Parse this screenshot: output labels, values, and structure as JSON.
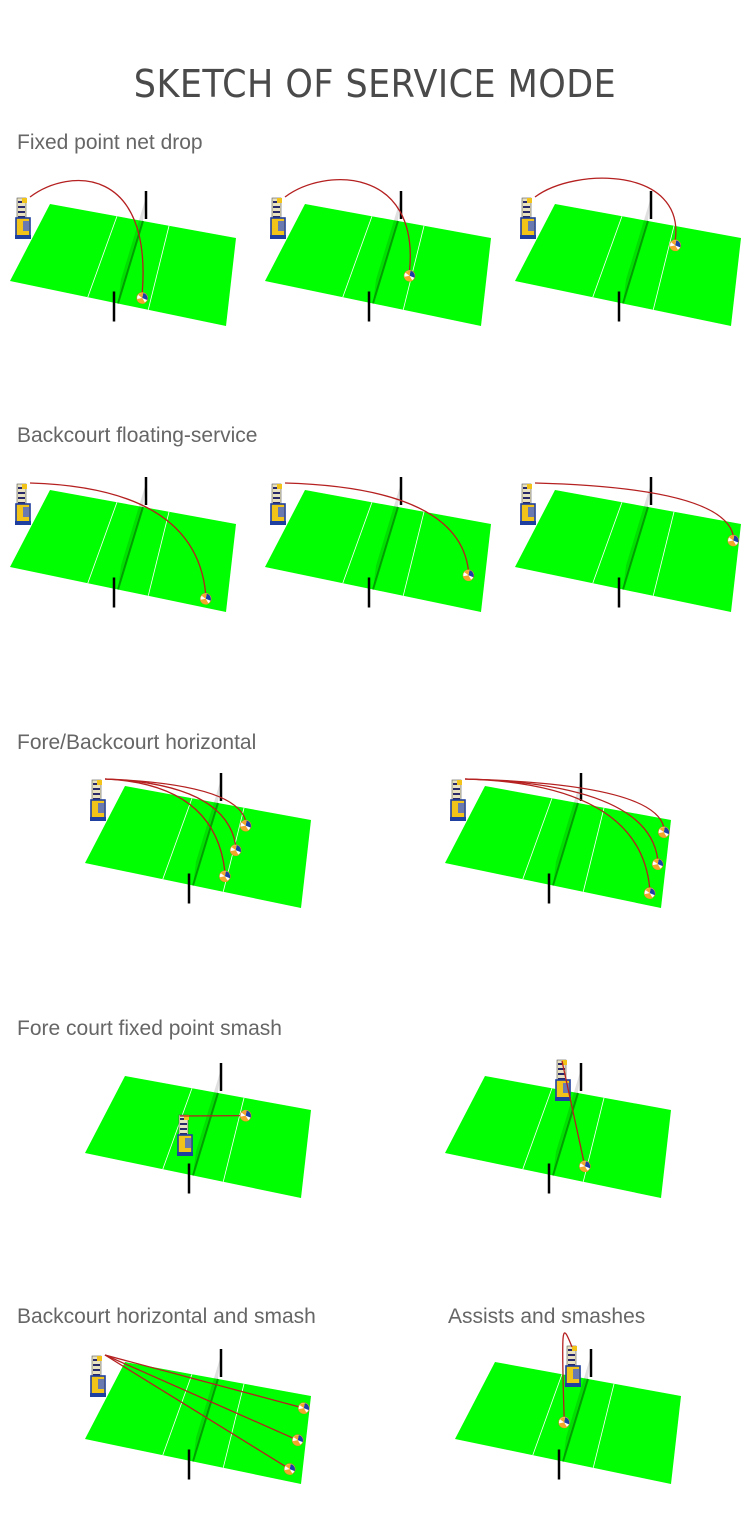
{
  "page": {
    "title": "SKETCH OF SERVICE MODE"
  },
  "colors": {
    "court": "#00ff00",
    "court_line": "#ffffff",
    "trajectory": "#b52020",
    "net_post": "#000000",
    "machine_blue": "#1f3fa0",
    "machine_yellow": "#f2c318",
    "ball_orange": "#f4a62a",
    "ball_blue": "#1b3fa6",
    "title_text": "#4a4a4a",
    "label_text": "#666666"
  },
  "sections": [
    {
      "id": "fixed-point-net-drop",
      "label": "Fixed point net drop",
      "panels": [
        {
          "machine": "back-left",
          "shots": [
            {
              "target": "near-frontcourt-far",
              "arc": "high"
            }
          ]
        },
        {
          "machine": "back-left",
          "shots": [
            {
              "target": "mid-frontcourt",
              "arc": "high"
            }
          ]
        },
        {
          "machine": "back-left",
          "shots": [
            {
              "target": "near-net-top",
              "arc": "high"
            }
          ]
        }
      ]
    },
    {
      "id": "backcourt-floating-service",
      "label": "Backcourt floating-service",
      "panels": [
        {
          "machine": "back-left",
          "shots": [
            {
              "target": "far-bottom",
              "arc": "flat"
            }
          ]
        },
        {
          "machine": "back-left",
          "shots": [
            {
              "target": "far-middle",
              "arc": "flat"
            }
          ]
        },
        {
          "machine": "back-left",
          "shots": [
            {
              "target": "far-top",
              "arc": "flat"
            }
          ]
        }
      ]
    },
    {
      "id": "fore-backcourt-horizontal",
      "label": "Fore/Backcourt horizontal",
      "panels": [
        {
          "machine": "back-left",
          "shots": [
            {
              "target": "front-top"
            },
            {
              "target": "front-middle"
            },
            {
              "target": "front-bottom"
            }
          ]
        },
        {
          "machine": "back-left",
          "shots": [
            {
              "target": "back-top"
            },
            {
              "target": "back-middle"
            },
            {
              "target": "back-bottom"
            }
          ]
        }
      ]
    },
    {
      "id": "fore-court-fixed-point-smash",
      "label": "Fore court fixed point smash",
      "panels": [
        {
          "machine": "at-net-near",
          "shots": [
            {
              "target": "front-top",
              "arc": "straight"
            }
          ]
        },
        {
          "machine": "at-net-far",
          "shots": [
            {
              "target": "front-bottom",
              "arc": "straight"
            }
          ]
        }
      ]
    },
    {
      "id": "backcourt-horizontal-and-smash",
      "label": "Backcourt horizontal and smash",
      "panels": [
        {
          "machine": "back-left",
          "shots": [
            {
              "target": "back-top",
              "arc": "straight"
            },
            {
              "target": "back-middle",
              "arc": "straight"
            },
            {
              "target": "back-bottom",
              "arc": "straight"
            }
          ]
        }
      ]
    },
    {
      "id": "assists-and-smashes",
      "label": "Assists and smashes",
      "panels": [
        {
          "machine": "at-net-far",
          "shots": [
            {
              "target": "near-net-left",
              "arc": "lob"
            }
          ]
        }
      ]
    }
  ]
}
